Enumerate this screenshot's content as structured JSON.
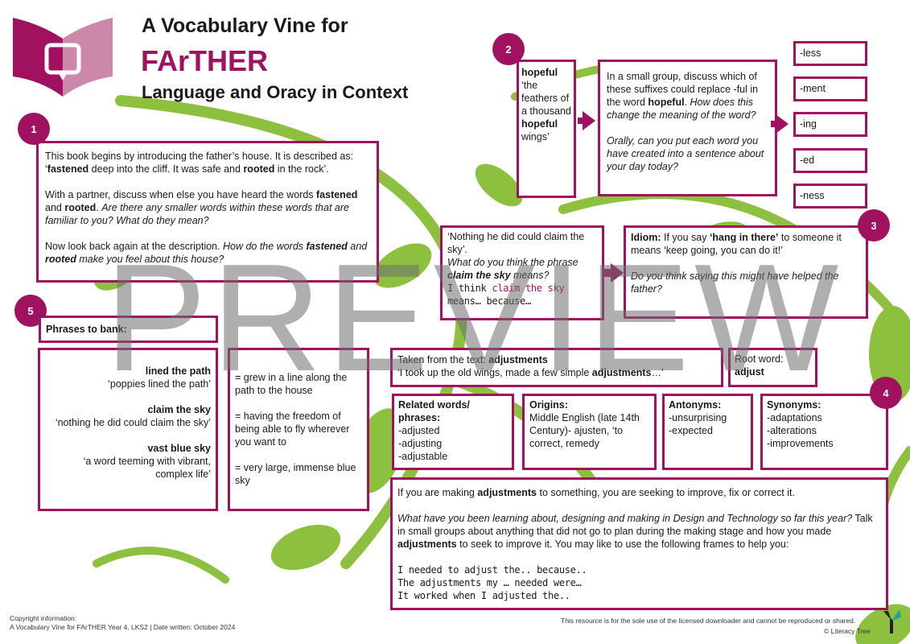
{
  "header": {
    "line1": "A Vocabulary Vine for",
    "title": "FArTHER",
    "subtitle": "Language and Oracy in Context"
  },
  "colors": {
    "accent": "#a0125f",
    "accent_light": "#cc88a8",
    "vine": "#8dc03f"
  },
  "watermark": "PREVIEW",
  "section1": {
    "number": "1",
    "paragraphs": [
      [
        {
          "t": "This book begins by introducing the father’s house. It is described as: ‘"
        },
        {
          "t": "fastened",
          "b": 1
        },
        {
          "t": " deep into the cliff. It was safe and "
        },
        {
          "t": "rooted",
          "b": 1
        },
        {
          "t": " in the rock’."
        }
      ],
      [
        {
          "t": "With a partner, discuss when else you have heard the words "
        },
        {
          "t": "fastened",
          "b": 1
        },
        {
          "t": " and "
        },
        {
          "t": "rooted",
          "b": 1
        },
        {
          "t": ".  "
        },
        {
          "t": "Are there any smaller words within these words that are familiar to you? What do they mean?",
          "i": 1
        }
      ],
      [
        {
          "t": "Now look back again at the description. "
        },
        {
          "t": "How do the words ",
          "i": 1
        },
        {
          "t": "fastened",
          "b": 1,
          "i": 1
        },
        {
          "t": " and ",
          "i": 1
        },
        {
          "t": "rooted",
          "b": 1,
          "i": 1
        },
        {
          "t": " make you feel about this house?",
          "i": 1
        }
      ]
    ]
  },
  "section2": {
    "number": "2",
    "quote": [
      [
        {
          "t": "hopeful",
          "b": 1
        },
        {
          "t": " ‘the feathers of a thousand "
        },
        {
          "t": "hopeful",
          "b": 1
        },
        {
          "t": " wings’"
        }
      ]
    ],
    "task": [
      [
        {
          "t": "In a small group, discuss which of these suffixes could replace -ful in the word "
        },
        {
          "t": "hopeful",
          "b": 1
        },
        {
          "t": ". "
        },
        {
          "t": "How does this change the meaning of the word?",
          "i": 1
        }
      ],
      [
        {
          "t": "Orally, can you put each word you have created into a sentence about your day today?",
          "i": 1
        }
      ]
    ],
    "suffixes": [
      "-less",
      "-ment",
      "-ing",
      "-ed",
      "-ness"
    ]
  },
  "section3": {
    "number": "3",
    "phrase": [
      [
        {
          "t": "‘Nothing he did could claim the sky’."
        },
        {
          "t": "\nWhat do you think the phrase ",
          "i": 1
        },
        {
          "t": "claim the sky",
          "b": 1,
          "i": 1
        },
        {
          "t": " means?",
          "i": 1
        }
      ]
    ],
    "frame": [
      [
        {
          "t": "I think ",
          "h": 1
        },
        {
          "t": "claim the sky",
          "h": 1,
          "m": 1
        },
        {
          "t": "\nmeans… because…",
          "h": 1
        }
      ]
    ],
    "idiom": [
      [
        {
          "t": "Idiom:",
          "b": 1
        },
        {
          "t": " If you say "
        },
        {
          "t": "‘hang in there’",
          "b": 1
        },
        {
          "t": " to someone it means ‘keep going, you can do it!’"
        }
      ],
      [
        {
          "t": "Do you think saying this might have helped the father?",
          "i": 1
        }
      ]
    ]
  },
  "section4": {
    "number": "4",
    "taken": [
      [
        {
          "t": "Taken from the text: "
        },
        {
          "t": "adjustments",
          "b": 1
        },
        {
          "t": "\n‘I took up the old wings, made a few simple "
        },
        {
          "t": "adjustments",
          "b": 1
        },
        {
          "t": "…’"
        }
      ]
    ],
    "root": [
      [
        {
          "t": "Root word:\n"
        },
        {
          "t": "adjust",
          "b": 1
        }
      ]
    ],
    "related": [
      [
        {
          "t": "Related words/ phrases:",
          "b": 1
        },
        {
          "t": "\n-adjusted\n-adjusting\n-adjustable"
        }
      ]
    ],
    "origins": [
      [
        {
          "t": "Origins:",
          "b": 1
        },
        {
          "t": "\nMiddle English (late 14th Century)- ajusten, ‘to correct, remedy"
        }
      ]
    ],
    "antonyms": [
      [
        {
          "t": "Antonyms:",
          "b": 1
        },
        {
          "t": "\n-unsurprising\n-expected"
        }
      ]
    ],
    "synonyms": [
      [
        {
          "t": "Synonyms:",
          "b": 1
        },
        {
          "t": "\n-adaptations\n-alterations\n-improvements"
        }
      ]
    ],
    "discussion": [
      [
        {
          "t": "If you are making "
        },
        {
          "t": "adjustments",
          "b": 1
        },
        {
          "t": " to something, you are seeking to improve, fix or correct it."
        }
      ],
      [
        {
          "t": "What have you been learning about, designing and making in Design and Technology so far this year?",
          "i": 1
        },
        {
          "t": " Talk in small groups about anything that did not go to plan during the making stage and how you made "
        },
        {
          "t": "adjustments",
          "b": 1
        },
        {
          "t": " to seek to improve it. You may like to use the following frames to help you:"
        }
      ],
      [
        {
          "t": "I needed to adjust the.. because..\nThe adjustments my … needed were…\nIt worked when I adjusted the..",
          "h": 1
        }
      ]
    ]
  },
  "section5": {
    "number": "5",
    "title": "Phrases to bank:",
    "phrases": [
      [
        {
          "t": "lined the path",
          "b": 1
        },
        {
          "t": "\n‘poppies lined the path’"
        }
      ],
      [
        {
          "t": "claim the sky",
          "b": 1
        },
        {
          "t": "\n‘nothing he did could claim the sky’"
        }
      ],
      [
        {
          "t": "vast blue sky",
          "b": 1
        },
        {
          "t": "\n‘a word teeming with vibrant, complex life’"
        }
      ]
    ],
    "meanings": [
      [
        {
          "t": "= grew in a line along the path to the house"
        }
      ],
      [
        {
          "t": "= having the freedom of being able to fly wherever you want to"
        }
      ],
      [
        {
          "t": "= very large, immense blue sky"
        }
      ]
    ]
  },
  "footer": {
    "copyright_label": "Copyright information:",
    "copyright_text": "A Vocabulary Vine for FArTHER Year 4, LKS2 | Date written: October 2024",
    "notice": "This resource is for the sole use of the licensed downloader and cannot be reproduced or shared.",
    "brand": "© Literacy Tree"
  }
}
